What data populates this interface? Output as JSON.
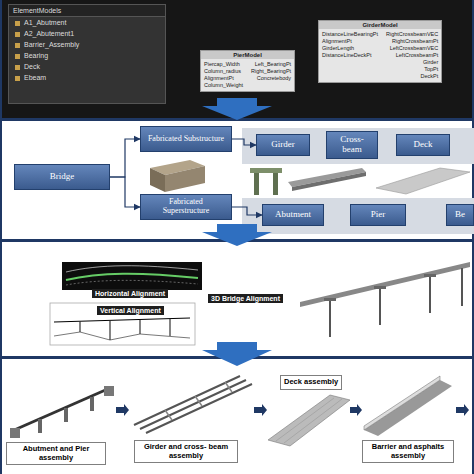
{
  "diagram": {
    "nodes": [
      {
        "text": [
          "ElementModels",
          "A1_Abutment",
          "A2_Abutement1",
          "Barrier_Assembly",
          "Bearing",
          "Deck",
          "Ebeam"
        ]
      },
      {
        "text": [
          "PierModel",
          "Piercap_Width",
          "Column_radius",
          "AlignmentPt",
          "Column_Weight",
          "Left_BearingPt",
          "Right_BearingPt",
          "Concretebody"
        ]
      },
      {
        "text": [
          "GirderModel",
          "DistanceLineBearingPt",
          "AlignmentPt",
          "GirderLength",
          "DistanceLineDeckPt",
          "RightCrossbeamVEC",
          "RightCrossbeamPt",
          "LeftCrossbeamVEC",
          "LeftCrossbeamPt",
          "Girder",
          "TopPt",
          "DeckPt"
        ]
      },
      {
        "text": [
          "Bridge"
        ]
      },
      {
        "text": [
          "Fabricated Substructure"
        ]
      },
      {
        "text": [
          "Fabricated Superstructure"
        ]
      },
      {
        "text": [
          "Girder"
        ]
      },
      {
        "text": [
          "Cross- beam"
        ]
      },
      {
        "text": [
          "Deck"
        ]
      },
      {
        "text": [
          "Abutment"
        ]
      },
      {
        "text": [
          "Pier"
        ]
      },
      {
        "text": [
          "Be"
        ]
      }
    ],
    "edges": [
      {
        "from": 3,
        "to": 4,
        "arrow": "to"
      },
      {
        "from": 3,
        "to": 5,
        "arrow": "to"
      },
      {
        "from": 4,
        "to": 6,
        "arrow": "to"
      },
      {
        "from": 5,
        "to": 9,
        "arrow": "to"
      }
    ],
    "labels": [
      "Horizontal Alignment",
      "Vertical Alignment",
      "3D Bridge Alignment",
      "Abutment and Pier assembly",
      "Girder and cross- beam assembly",
      "Deck assembly",
      "Barrier and asphalts assembly"
    ]
  }
}
